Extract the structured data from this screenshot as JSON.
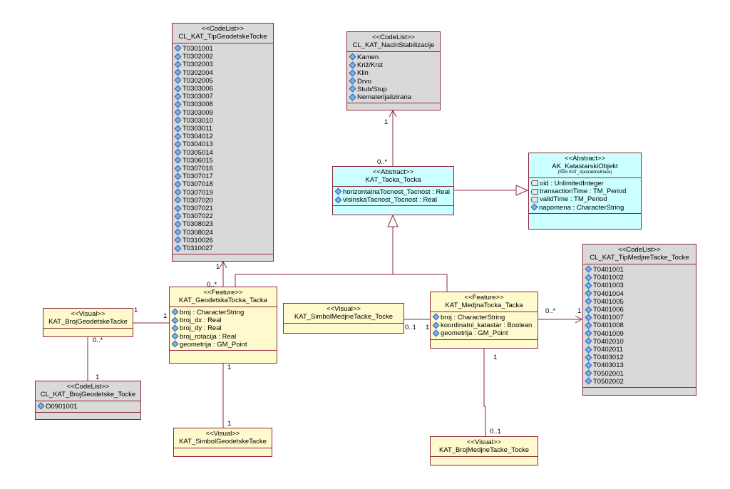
{
  "classes": {
    "tipGeodetske": {
      "stereotype": "<<CodeList>>",
      "name": "CL_KAT_TipGeodetskeTocke",
      "items": [
        "T0301001",
        "T0302002",
        "T0302003",
        "T0302004",
        "T0302005",
        "T0303006",
        "T0303007",
        "T0303008",
        "T0303009",
        "T0303010",
        "T0303011",
        "T0304012",
        "T0304013",
        "T0305014",
        "T0306015",
        "T0307016",
        "T0307017",
        "T0307018",
        "T0307019",
        "T0307020",
        "T0307021",
        "T0307022",
        "T0308023",
        "T0308024",
        "T0310026",
        "T0310027"
      ]
    },
    "nacinStabilizacije": {
      "stereotype": "<<CodeList>>",
      "name": "CL_KAT_NacinStabilizacije",
      "items": [
        "Kamen",
        "Križ/Krst",
        "Klin",
        "Drvo",
        "Stub/Stup",
        "Nematerijalizirana"
      ]
    },
    "katastarskiObjekt": {
      "stereotype": "<<Abstract>>",
      "name": "AK_KatastarskiObjekt",
      "from": "(from KAT_ApstraktneKlase)",
      "items": [
        "oid : UnlimitedInteger",
        "transactionTime : TM_Period",
        "validTime : TM_Period",
        "napomena : CharacterString"
      ]
    },
    "tackaTocka": {
      "stereotype": "<<Abstract>>",
      "name": "KAT_Tacka_Tocka",
      "items": [
        "horizontalnaTocnost_Tacnost : Real",
        "visinskaTacnost_Tocnost : Real"
      ]
    },
    "tipMedjne": {
      "stereotype": "<<CodeList>>",
      "name": "CL_KAT_TipMedjneTacke_Tocke",
      "items": [
        "T0401001",
        "T0401002",
        "T0401003",
        "T0401004",
        "T0401005",
        "T0401006",
        "T0401007",
        "T0401008",
        "T0401009",
        "T0402010",
        "T0402011",
        "T0403012",
        "T0403013",
        "T0502001",
        "T0502002"
      ]
    },
    "geodetskaTocka": {
      "stereotype": "<<Feature>>",
      "name": "KAT_GeodetskaTocka_Tacka",
      "items": [
        "broj : CharacterString",
        "broj_dx : Real",
        "broj_dy : Real",
        "broj_rotacija : Real",
        "geometrija : GM_Point"
      ]
    },
    "medjnaTocka": {
      "stereotype": "<<Feature>>",
      "name": "KAT_MedjnaTocka_Tacka",
      "items": [
        "broj : CharacterString",
        "koordinatni_katastar : Boolean",
        "geometrija : GM_Point"
      ]
    },
    "brojGeodetskeTacke": {
      "stereotype": "<<Visual>>",
      "name": "KAT_BrojGeodetskeTacke"
    },
    "simbolMedjneTacke": {
      "stereotype": "<<Visual>>",
      "name": "KAT_SimbolMedjneTacke_Tocke"
    },
    "brojGeodetskeTocke": {
      "stereotype": "<<CodeList>>",
      "name": "CL_KAT_BrojGeodetske_Tocke",
      "items": [
        "O0901001"
      ]
    },
    "simbolGeodetskeTacke": {
      "stereotype": "<<Visual>>",
      "name": "KAT_SimbolGeodetskeTacke"
    },
    "brojMedjneTacke": {
      "stereotype": "<<Visual>>",
      "name": "KAT_BrojMedjneTacke_Tocke"
    }
  },
  "multiplicities": {
    "m_tip_top": "1",
    "m_tip_bottom": "0..*",
    "m_nacin_top": "1",
    "m_nacin_bottom": "0..*",
    "m_brojvis_right": "1",
    "m_geo_left": "1",
    "m_brojvis_below": "0..*",
    "m_brojcl_top": "1",
    "m_simbolmed_right": "0..1",
    "m_med_left": "1",
    "m_med_right": "0..*",
    "m_tipmed_left": "1",
    "m_geo_below": "1",
    "m_simbolgeo_top": "1",
    "m_med_below": "1",
    "m_brojmed_top": "0..1"
  }
}
